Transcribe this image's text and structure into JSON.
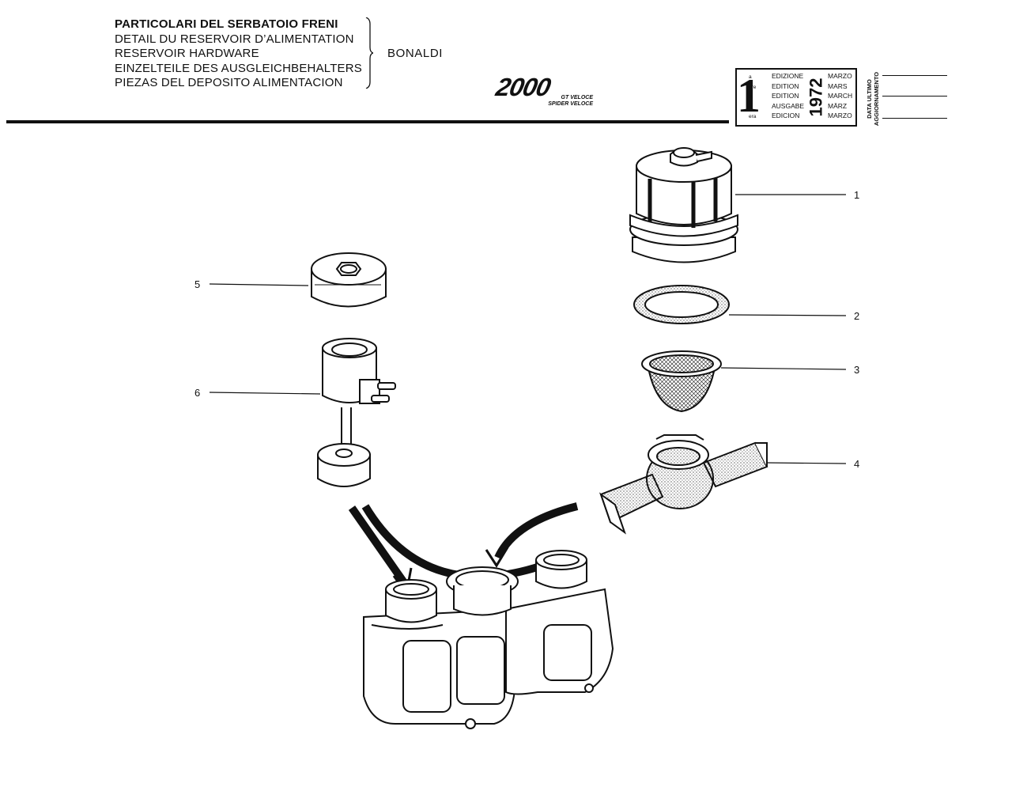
{
  "header": {
    "titles": [
      "PARTICOLARI DEL SERBATOIO FRENI",
      "DETAIL DU RESERVOIR D’ALIMENTATION",
      "RESERVOIR HARDWARE",
      "EINZELTEILE DES AUSGLEICHBEHALTERS",
      "PIEZAS DEL DEPOSITO ALIMENTACION"
    ],
    "manufacturer": "BONALDI",
    "logo_text": "2000",
    "model_lines": [
      "GT VELOCE",
      "SPIDER VELOCE"
    ]
  },
  "edition": {
    "number": "1",
    "ordinal_suffixes": [
      "a",
      "ere",
      "st",
      ".",
      "era"
    ],
    "labels": [
      "EDIZIONE",
      "EDITION",
      "EDITION",
      "AUSGABE",
      "EDICION"
    ],
    "year": "1972",
    "months": [
      "MARZO",
      "MARS",
      "MARCH",
      "MÄRZ",
      "MARZO"
    ],
    "update_label_lines": [
      "DATA ULTIMO",
      "AGGIORNAMENTO"
    ]
  },
  "callouts": [
    "1",
    "2",
    "3",
    "4",
    "5",
    "6"
  ],
  "colors": {
    "ink": "#111111",
    "paper": "#ffffff"
  }
}
